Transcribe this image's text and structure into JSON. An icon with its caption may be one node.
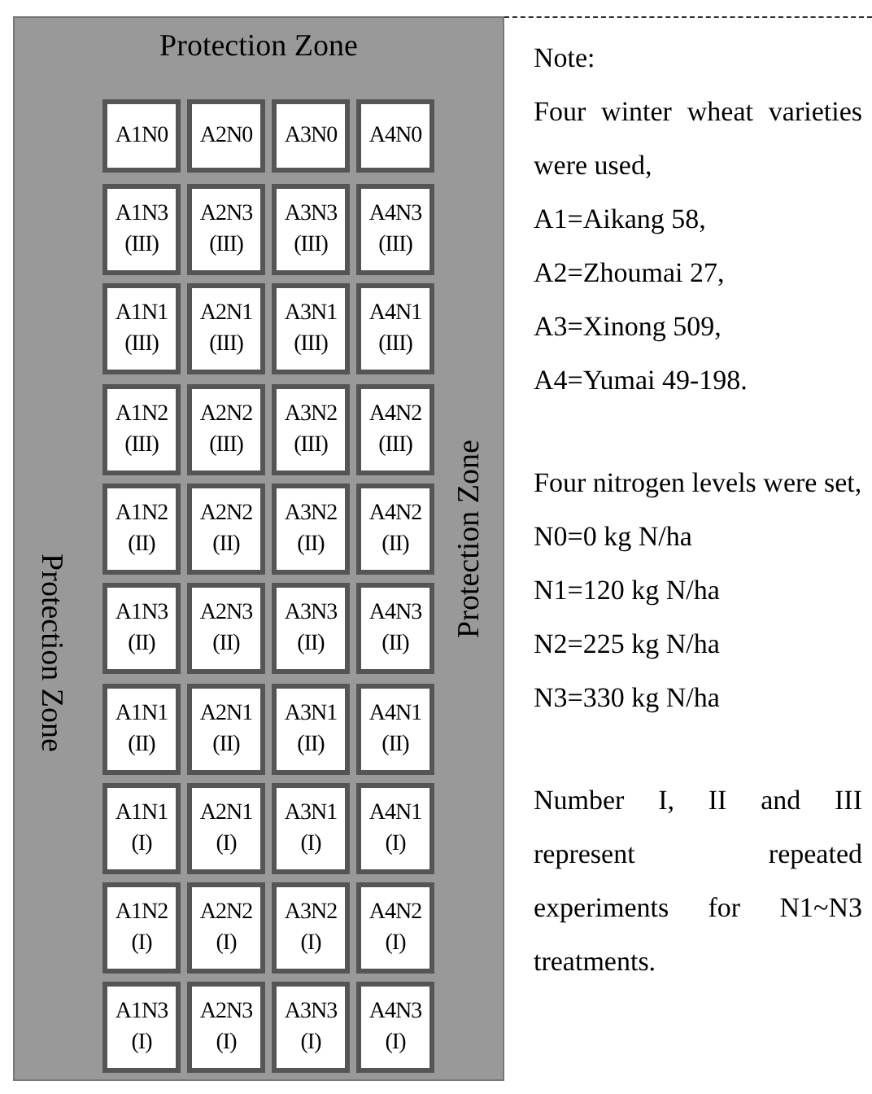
{
  "diagram": {
    "nodes": [
      {
        "text": [
          "Protection Zone",
          "Protection Zone",
          "Protection Zone"
        ]
      },
      {
        "text": [
          "A1N0"
        ],
        "in": 0
      },
      {
        "text": [
          "A2N0"
        ],
        "in": 0
      },
      {
        "text": [
          "A3N0"
        ],
        "in": 0
      },
      {
        "text": [
          "A4N0"
        ],
        "in": 0
      },
      {
        "text": [
          "A1N3",
          "(III)"
        ],
        "in": 0
      },
      {
        "text": [
          "A2N3",
          "(III)"
        ],
        "in": 0
      },
      {
        "text": [
          "A3N3",
          "(III)"
        ],
        "in": 0
      },
      {
        "text": [
          "A4N3",
          "(III)"
        ],
        "in": 0
      },
      {
        "text": [
          "A1N1",
          "(III)"
        ],
        "in": 0
      },
      {
        "text": [
          "A2N1",
          "(III)"
        ],
        "in": 0
      },
      {
        "text": [
          "A3N1",
          "(III)"
        ],
        "in": 0
      },
      {
        "text": [
          "A4N1",
          "(III)"
        ],
        "in": 0
      },
      {
        "text": [
          "A1N2",
          "(III)"
        ],
        "in": 0
      },
      {
        "text": [
          "A2N2",
          "(III)"
        ],
        "in": 0
      },
      {
        "text": [
          "A3N2",
          "(III)"
        ],
        "in": 0
      },
      {
        "text": [
          "A4N2",
          "(III)"
        ],
        "in": 0
      },
      {
        "text": [
          "A1N2",
          "(II)"
        ],
        "in": 0
      },
      {
        "text": [
          "A2N2",
          "(II)"
        ],
        "in": 0
      },
      {
        "text": [
          "A3N2",
          "(II)"
        ],
        "in": 0
      },
      {
        "text": [
          "A4N2",
          "(II)"
        ],
        "in": 0
      },
      {
        "text": [
          "A1N3",
          "(II)"
        ],
        "in": 0
      },
      {
        "text": [
          "A2N3",
          "(II)"
        ],
        "in": 0
      },
      {
        "text": [
          "A3N3",
          "(II)"
        ],
        "in": 0
      },
      {
        "text": [
          "A4N3",
          "(II)"
        ],
        "in": 0
      },
      {
        "text": [
          "A1N1",
          "(II)"
        ],
        "in": 0
      },
      {
        "text": [
          "A2N1",
          "(II)"
        ],
        "in": 0
      },
      {
        "text": [
          "A3N1",
          "(II)"
        ],
        "in": 0
      },
      {
        "text": [
          "A4N1",
          "(II)"
        ],
        "in": 0
      },
      {
        "text": [
          "A1N1",
          "(I)"
        ],
        "in": 0
      },
      {
        "text": [
          "A2N1",
          "(I)"
        ],
        "in": 0
      },
      {
        "text": [
          "A3N1",
          "(I)"
        ],
        "in": 0
      },
      {
        "text": [
          "A4N1",
          "(I)"
        ],
        "in": 0
      },
      {
        "text": [
          "A1N2",
          "(I)"
        ],
        "in": 0
      },
      {
        "text": [
          "A2N2",
          "(I)"
        ],
        "in": 0
      },
      {
        "text": [
          "A3N2",
          "(I)"
        ],
        "in": 0
      },
      {
        "text": [
          "A4N2",
          "(I)"
        ],
        "in": 0
      },
      {
        "text": [
          "A1N3",
          "(I)"
        ],
        "in": 0
      },
      {
        "text": [
          "A2N3",
          "(I)"
        ],
        "in": 0
      },
      {
        "text": [
          "A3N3",
          "(I)"
        ],
        "in": 0
      },
      {
        "text": [
          "A4N3",
          "(I)"
        ],
        "in": 0
      },
      {
        "text": [
          "Note:",
          "Four winter wheat varieties were used,",
          "A1=Aikang 58,",
          "A2=Zhoumai 27,",
          "A3=Xinong 509,",
          "A4=Yumai 49-198.",
          "Four nitrogen levels were set,",
          "N0=0 kg N/ha",
          "N1=120 kg N/ha",
          "N2=225 kg N/ha",
          "N3=330 kg N/ha",
          "Number I, II and III represent repeated experiments for N1~N3 treatments."
        ]
      }
    ],
    "edges": []
  }
}
